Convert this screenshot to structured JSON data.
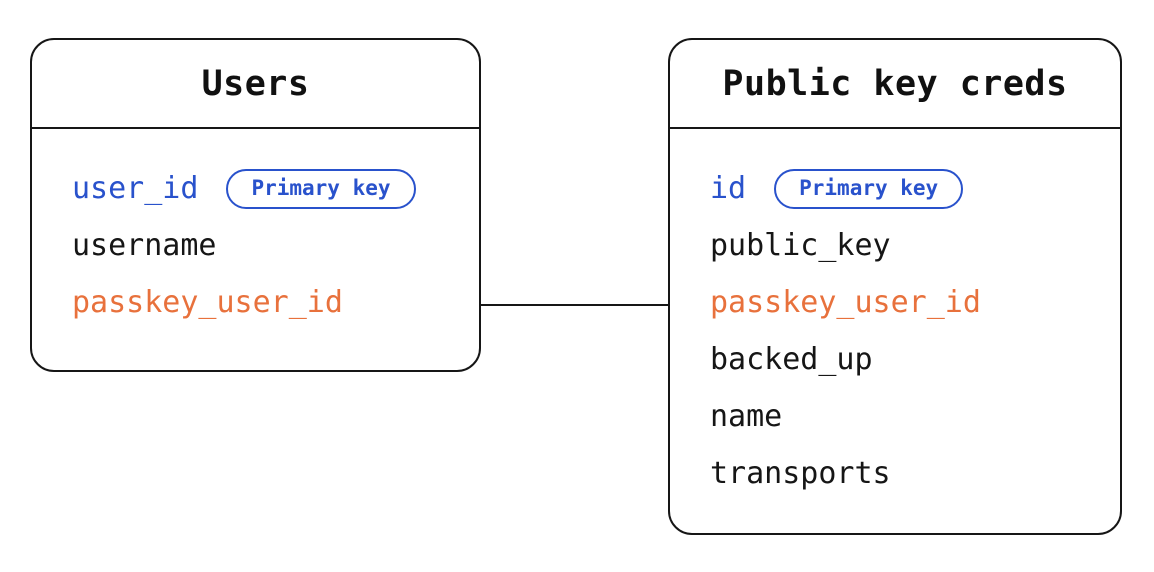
{
  "diagram": {
    "tables": [
      {
        "title": "Users",
        "fields": [
          {
            "name": "user_id",
            "color": "blue",
            "badge": "Primary key"
          },
          {
            "name": "username",
            "color": "black"
          },
          {
            "name": "passkey_user_id",
            "color": "orange"
          }
        ]
      },
      {
        "title": "Public key creds",
        "fields": [
          {
            "name": "id",
            "color": "blue",
            "badge": "Primary key"
          },
          {
            "name": "public_key",
            "color": "black"
          },
          {
            "name": "passkey_user_id",
            "color": "orange"
          },
          {
            "name": "backed_up",
            "color": "black"
          },
          {
            "name": "name",
            "color": "black"
          },
          {
            "name": "transports",
            "color": "black"
          }
        ]
      }
    ],
    "relationship": {
      "from": "Users.passkey_user_id",
      "to": "Public key creds.passkey_user_id"
    },
    "colors": {
      "blue": "#2952CC",
      "orange": "#E8713C",
      "line": "#161616",
      "background": "#FFFFFF"
    }
  }
}
